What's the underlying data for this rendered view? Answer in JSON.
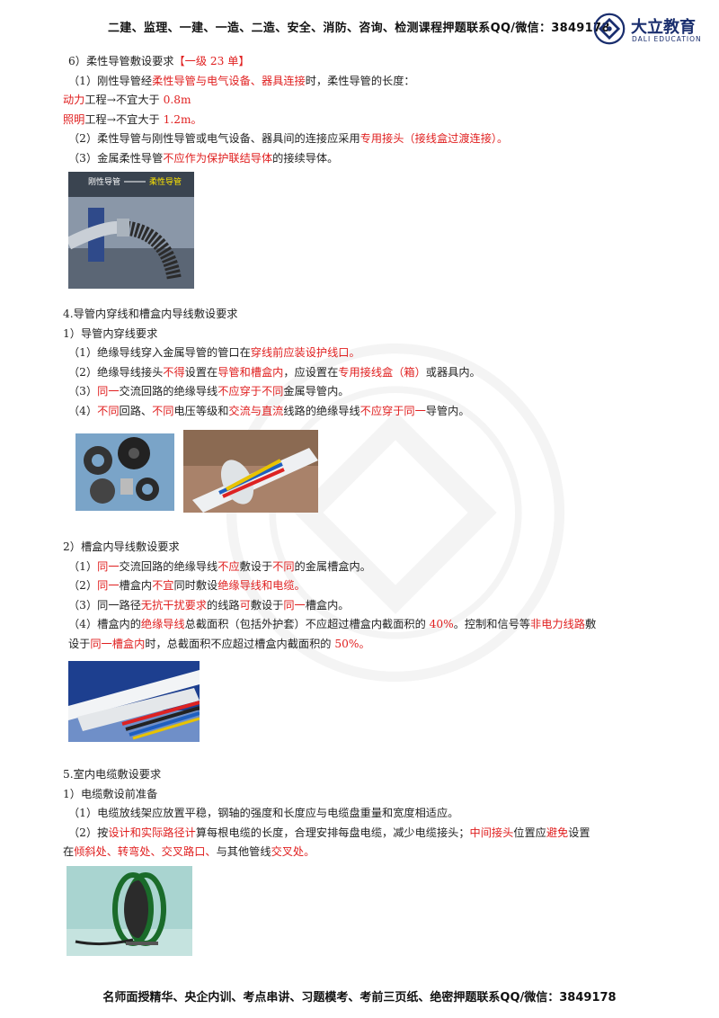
{
  "header": {
    "text": "二建、监理、一建、一造、二造、安全、消防、咨询、检测课程押题联系QQ/微信：3849178",
    "logo_cn": "大立教育",
    "logo_en": "DALI EDUCATION"
  },
  "s6": {
    "title": "6）柔性导管敷设要求",
    "tag": "【一级 23 单】",
    "l1a": "（1）刚性导管经",
    "l1b": "柔性导管与电气设备、器具连接",
    "l1c": "时，柔性导管的长度：",
    "l2a": "动力",
    "l2b": "工程→不宜大于",
    "l2c": " 0.8m",
    "l3a": "照明",
    "l3b": "工程→不宜大于",
    "l3c": " 1.2m。",
    "l4a": "（2）柔性导管与刚性导管或电气设备、器具间的连接应采用",
    "l4b": "专用接头（接线盒过渡连接）。",
    "l5a": "（3）金属柔性导管",
    "l5b": "不应作为保护联结导体",
    "l5c": "的接续导体。",
    "img_label1": "刚性导管",
    "img_label2": "柔性导管"
  },
  "s4": {
    "title": "4.导管内穿线和槽盒内导线敷设要求",
    "sub1": "1）导管内穿线要求",
    "a1a": "（1）绝缘导线穿入金属导管的管口在",
    "a1b": "穿线前应装设护线口。",
    "a2a": "（2）绝缘导线接头",
    "a2b": "不得",
    "a2c": "设置在",
    "a2d": "导管和槽盒内",
    "a2e": "，应设置在",
    "a2f": "专用接线盒（箱）",
    "a2g": "或器具内。",
    "a3a": "（3）",
    "a3b": "同一",
    "a3c": "交流回路的绝缘导线",
    "a3d": "不应穿于不同",
    "a3e": "金属导管内。",
    "a4a": "（4）",
    "a4b": "不同",
    "a4c": "回路、",
    "a4d": "不同",
    "a4e": "电压等级和",
    "a4f": "交流与直流",
    "a4g": "线路的绝缘导线",
    "a4h": "不应穿于同一",
    "a4i": "导管内。",
    "sub2": "2）槽盒内导线敷设要求",
    "b1a": "（1）",
    "b1b": "同一",
    "b1c": "交流回路的绝缘导线",
    "b1d": "不应",
    "b1e": "敷设于",
    "b1f": "不同",
    "b1g": "的金属槽盒内。",
    "b2a": "（2）",
    "b2b": "同一",
    "b2c": "槽盒内",
    "b2d": "不宜",
    "b2e": "同时敷设",
    "b2f": "绝缘导线和电缆。",
    "b3a": "（3）同一路径",
    "b3b": "无抗干扰要求",
    "b3c": "的线路",
    "b3d": "可",
    "b3e": "敷设于",
    "b3f": "同一",
    "b3g": "槽盒内。",
    "b4a": "（4）槽盒内的",
    "b4b": "绝缘导线",
    "b4c": "总截面积（包括外护套）不应超过槽盒内截面积的",
    "b4d": " 40%",
    "b4e": "。控制和信号等",
    "b4f": "非电力线路",
    "b4g": "敷",
    "b5a": "设于",
    "b5b": "同一槽盒内",
    "b5c": "时，总截面积不应超过槽盒内截面积的",
    "b5d": " 50%。"
  },
  "s5": {
    "title": "5.室内电缆敷设要求",
    "sub1": "1）电缆敷设前准备",
    "c1": "（1）电缆放线架应放置平稳，钢轴的强度和长度应与电缆盘重量和宽度相适应。",
    "c2a": "（2）按",
    "c2b": "设计和实际路径计",
    "c2c": "算每根电缆的长度，合理安排每盘电缆，减少电缆接头；",
    "c2d": "中间接头",
    "c2e": "位置应",
    "c2f": "避免",
    "c2g": "设置",
    "c3a": "在",
    "c3b": "倾斜处、转弯处、交叉路口、",
    "c3c": "与其他管线",
    "c3d": "交叉处。"
  },
  "footer": "名师面授精华、央企内训、考点串讲、习题模考、考前三页纸、绝密押题联系QQ/微信：3849178"
}
